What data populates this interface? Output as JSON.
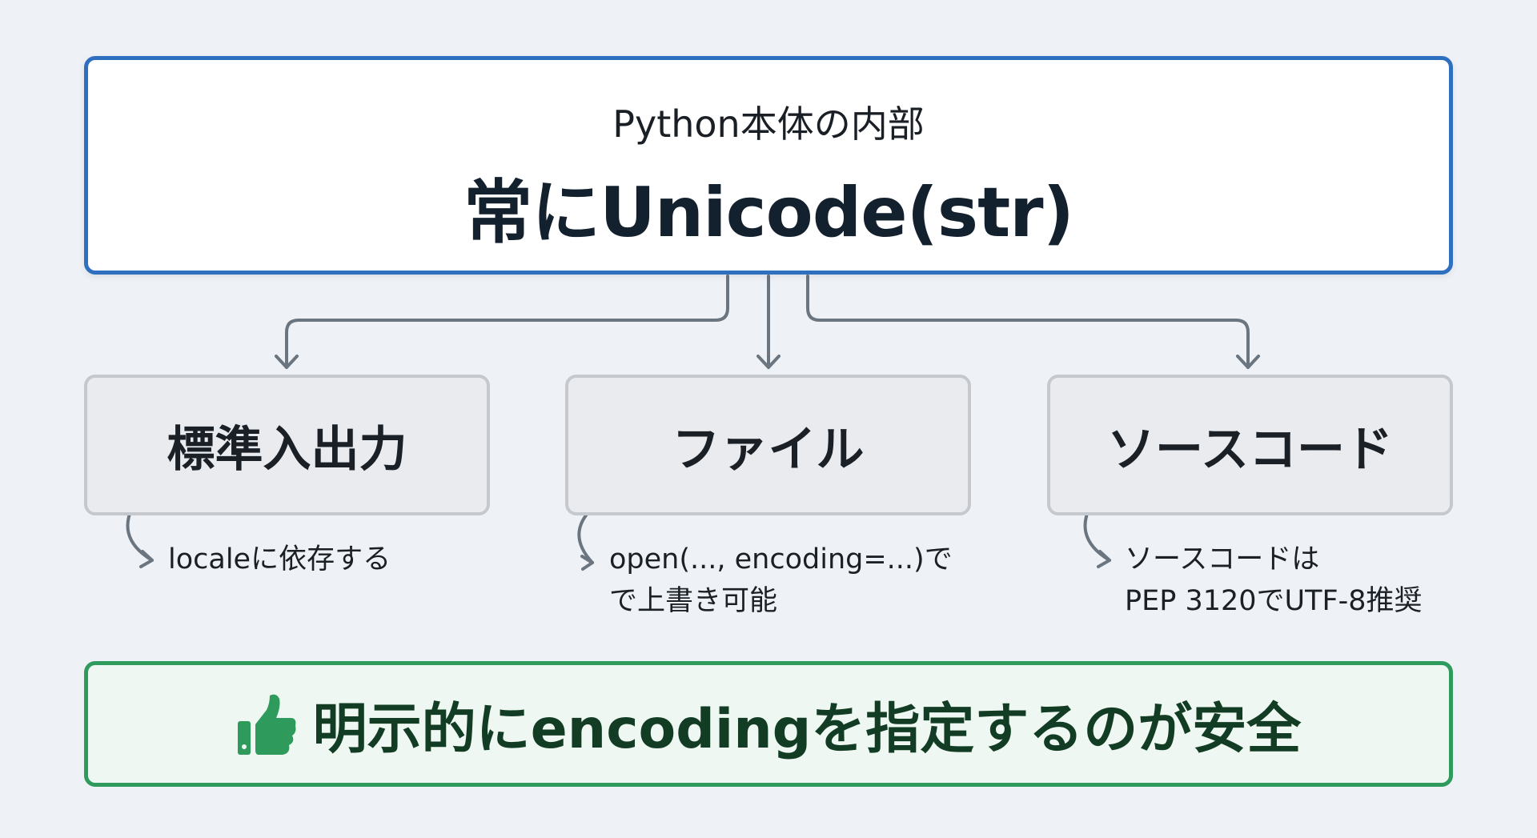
{
  "top": {
    "subtitle": "Python本体の内部",
    "title": "常にUnicode(str)"
  },
  "branches": [
    {
      "label": "標準入出力",
      "note_lines": [
        "localeに依存する"
      ]
    },
    {
      "label": "ファイル",
      "note_lines": [
        "open(..., encoding=...)で",
        "で上書き可能"
      ]
    },
    {
      "label": "ソースコード",
      "note_lines": [
        "ソースコードは",
        "PEP 3120でUTF-8推奨"
      ]
    }
  ],
  "conclusion": {
    "icon": "thumbs-up-icon",
    "text": "明示的にencodingを指定するのが安全"
  },
  "colors": {
    "top_border": "#2f6fbf",
    "box_border": "#c5c9ce",
    "green": "#2e9a5c",
    "connector": "#6b7580"
  }
}
